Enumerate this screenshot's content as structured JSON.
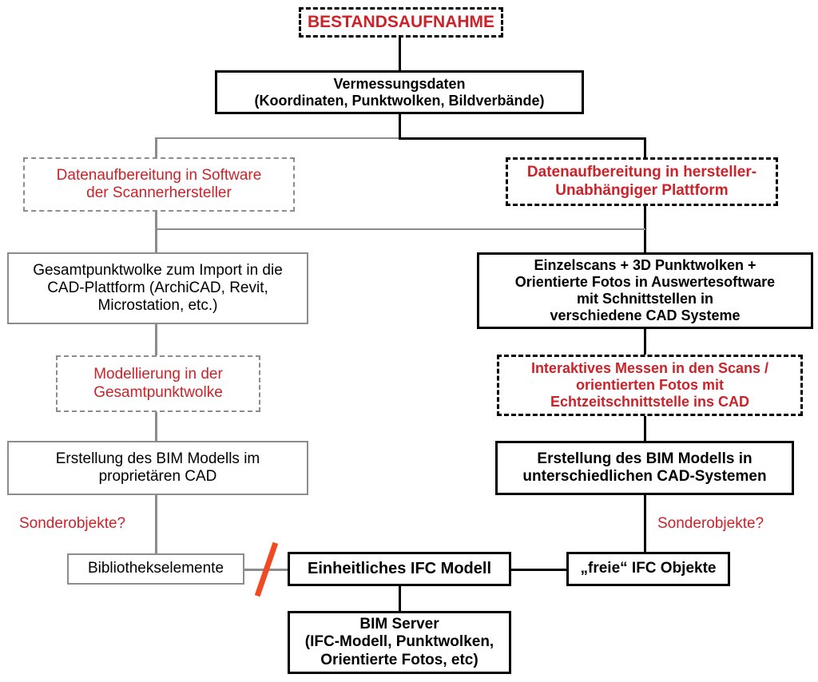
{
  "diagram": {
    "title_node": {
      "label": "BESTANDSAUFNAHME"
    },
    "nodes": {
      "vermessungsdaten": "Vermessungsdaten\n(Koordinaten, Punktwolken, Bildverbände)",
      "datenaufbereitung_scanner": "Datenaufbereitung in Software\nder Scannerhersteller",
      "datenaufbereitung_hersteller": "Datenaufbereitung in hersteller-\nUnabhängiger Plattform",
      "gesamtpunktwolke": "Gesamtpunktwolke zum Import in die\nCAD-Plattform (ArchiCAD, Revit,\nMicrostation, etc.)",
      "einzelscans": "Einzelscans + 3D Punktwolken +\nOrientierte Fotos in Auswertesoftware\nmit Schnittstellen in\nverschiedene CAD Systeme",
      "modellierung": "Modellierung in der\nGesamtpunktwolke",
      "interaktives_messen": "Interaktives Messen in den Scans /\norientierten Fotos mit\nEchtzeitschnittstelle ins CAD",
      "bim_proprietaer": "Erstellung des BIM Modells im\nproprietären CAD",
      "bim_unterschiedlich": "Erstellung des BIM Modells in\nunterschiedlichen CAD-Systemen",
      "bibliothekselemente": "Bibliothekselemente",
      "einheitliches_ifc": "Einheitliches IFC Modell",
      "freie_ifc": "„freie“ IFC Objekte",
      "bim_server": "BIM Server\n(IFC-Modell, Punktwolken,\nOrientierte Fotos, etc)"
    },
    "labels": {
      "sonderobjekte_left": "Sonderobjekte?",
      "sonderobjekte_right": "Sonderobjekte?"
    },
    "colors": {
      "accent_red": "#CC2229",
      "slash_orange": "#F04A23",
      "gray_line": "#8c8c8c",
      "black_line": "#000000"
    }
  }
}
